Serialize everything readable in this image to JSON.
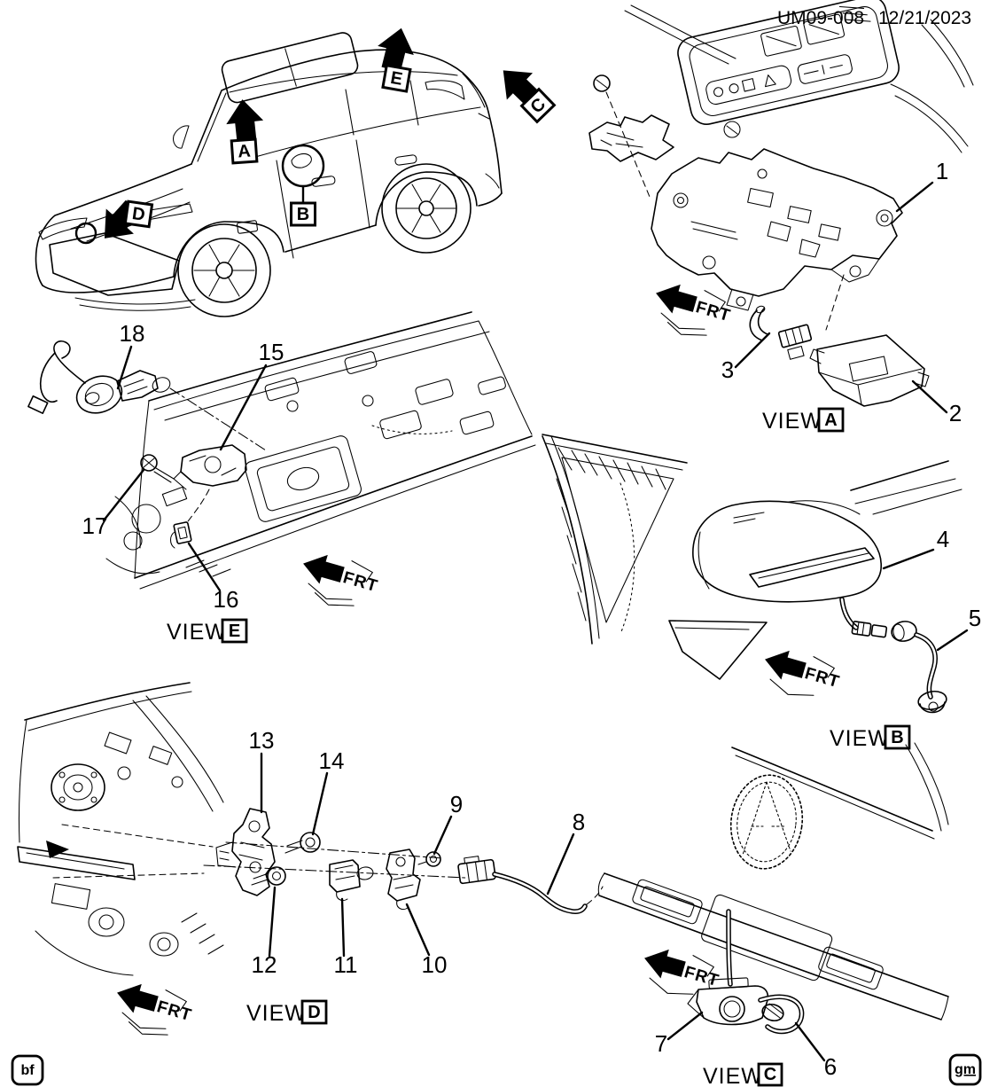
{
  "header": {
    "doc_number": "UM09-008",
    "date": "12/21/2023"
  },
  "footer": {
    "left_mark": "bf",
    "right_mark": "gm"
  },
  "labels": {
    "view_word": "VIEW",
    "frt": "FRT"
  },
  "vehicle_locations": [
    {
      "letter": "A"
    },
    {
      "letter": "B"
    },
    {
      "letter": "C"
    },
    {
      "letter": "D"
    },
    {
      "letter": "E"
    }
  ],
  "views": {
    "a": {
      "letter": "A",
      "callouts": [
        "1",
        "2",
        "3"
      ]
    },
    "b": {
      "letter": "B",
      "callouts": [
        "4",
        "5"
      ]
    },
    "c": {
      "letter": "C",
      "callouts": [
        "6",
        "7"
      ]
    },
    "d": {
      "letter": "D",
      "callouts": [
        "8",
        "9",
        "10",
        "11",
        "12",
        "13",
        "14"
      ]
    },
    "e": {
      "letter": "E",
      "callouts": [
        "15",
        "16",
        "17",
        "18"
      ]
    }
  }
}
